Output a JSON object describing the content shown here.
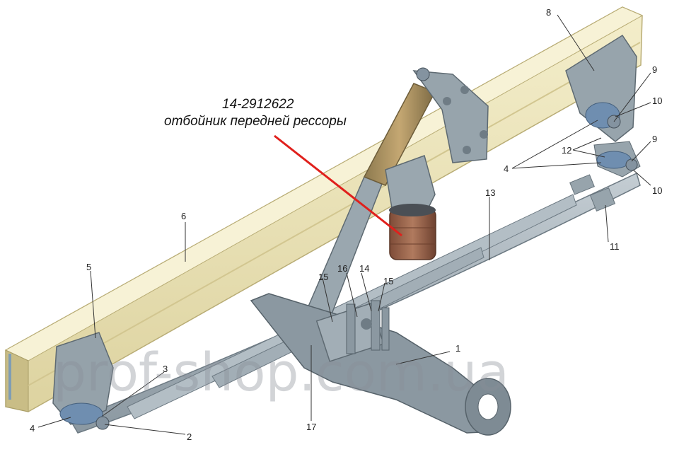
{
  "callout": {
    "part_number": "14-2912622",
    "description": "отбойник передней рессоры"
  },
  "watermark": "prof-shop.com.ua",
  "labels": {
    "l1": "1",
    "l2": "2",
    "l3": "3",
    "l4a": "4",
    "l4b": "4",
    "l5": "5",
    "l6": "6",
    "l8": "8",
    "l9a": "9",
    "l9b": "9",
    "l10a": "10",
    "l10b": "10",
    "l11": "11",
    "l12": "12",
    "l13": "13",
    "l14": "14",
    "l15": "15",
    "l15b": "15",
    "l16": "16",
    "l17": "17"
  },
  "colors": {
    "frame": "#efe7bd",
    "spring": "#a6b2ba",
    "bumper": "#9e6a52",
    "pointer": "#e0201c"
  }
}
